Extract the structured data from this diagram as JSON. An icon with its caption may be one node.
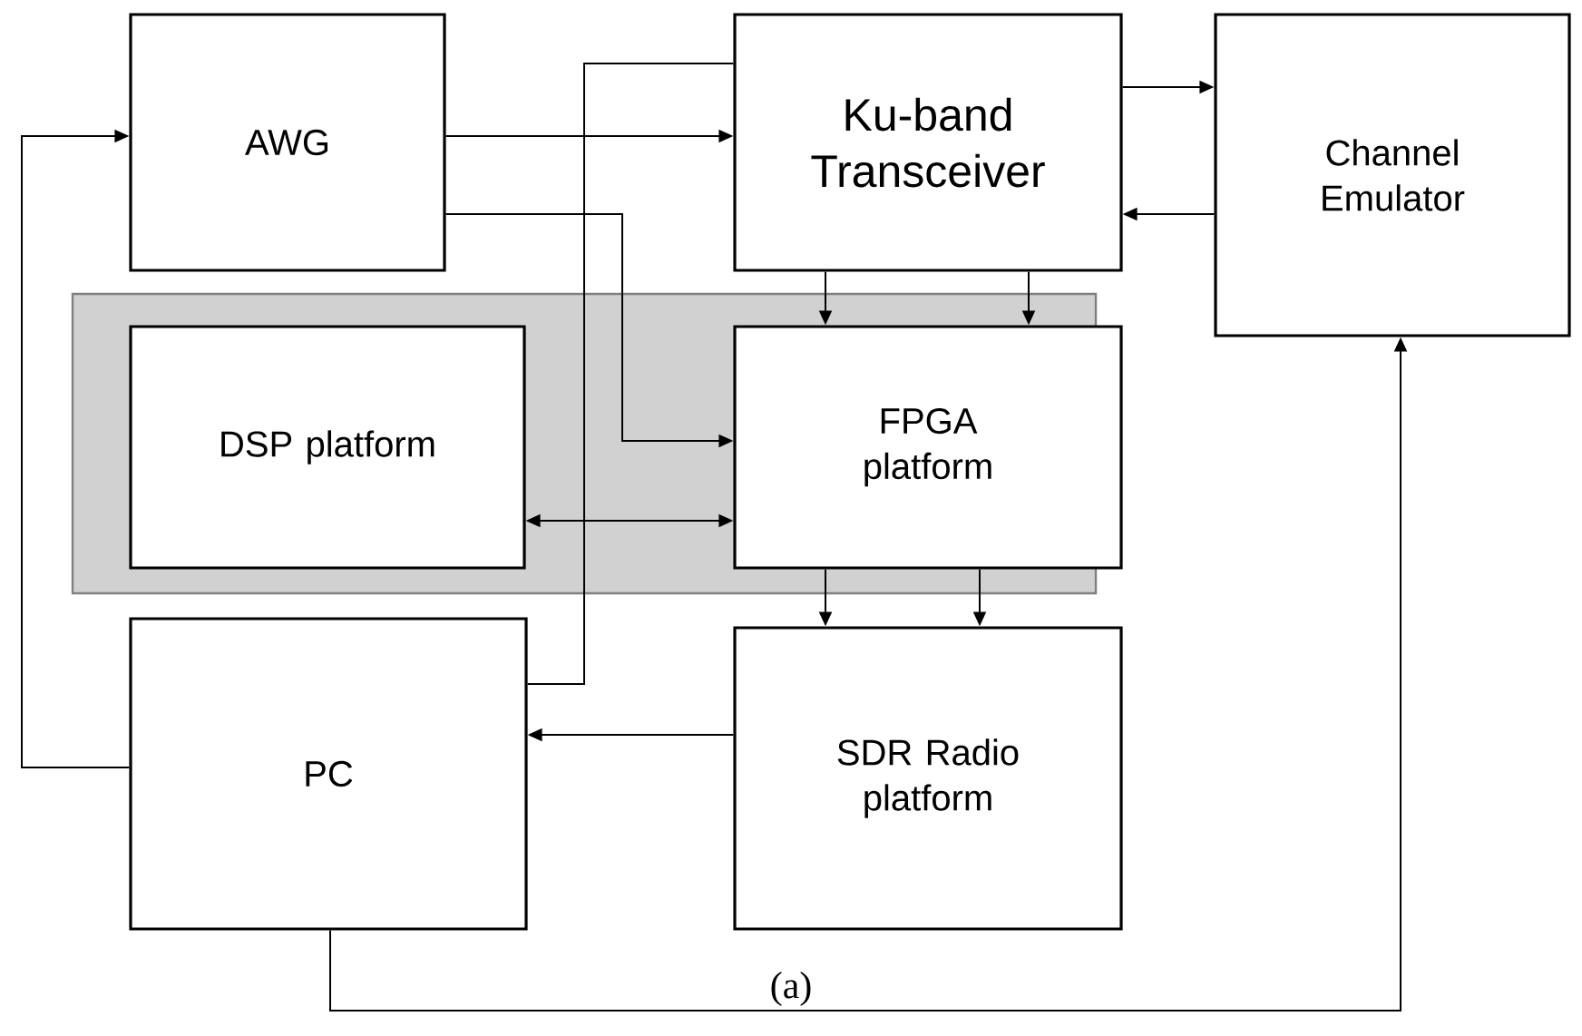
{
  "diagram": {
    "caption": "(a)",
    "nodes": [
      {
        "text": [
          "AWG"
        ]
      },
      {
        "text": [
          "Ku-band Transceiver"
        ]
      },
      {
        "text": [
          "Channel Emulator"
        ]
      },
      {
        "text": [],
        "shape": "box"
      },
      {
        "text": [
          "DSP platform"
        ],
        "in": 3
      },
      {
        "text": [
          "FPGA platform"
        ],
        "in": 3
      },
      {
        "text": [
          "PC"
        ]
      },
      {
        "text": [
          "SDR Radio platform"
        ]
      }
    ],
    "edges": [
      {
        "from": 6,
        "to": 0,
        "arrow": "to"
      },
      {
        "from": 0,
        "to": 1,
        "arrow": "to"
      },
      {
        "from": 0,
        "to": 5,
        "arrow": "to"
      },
      {
        "from": 6,
        "to": 1,
        "arrow": "none"
      },
      {
        "from": 1,
        "to": 2,
        "arrow": "to"
      },
      {
        "from": 2,
        "to": 1,
        "arrow": "to"
      },
      {
        "from": 1,
        "to": 5,
        "arrow": "to"
      },
      {
        "from": 1,
        "to": 5,
        "arrow": "to"
      },
      {
        "from": 4,
        "to": 5,
        "arrow": "both"
      },
      {
        "from": 5,
        "to": 7,
        "arrow": "to"
      },
      {
        "from": 5,
        "to": 7,
        "arrow": "to"
      },
      {
        "from": 7,
        "to": 6,
        "arrow": "to"
      },
      {
        "from": 6,
        "to": 2,
        "arrow": "to"
      }
    ]
  }
}
